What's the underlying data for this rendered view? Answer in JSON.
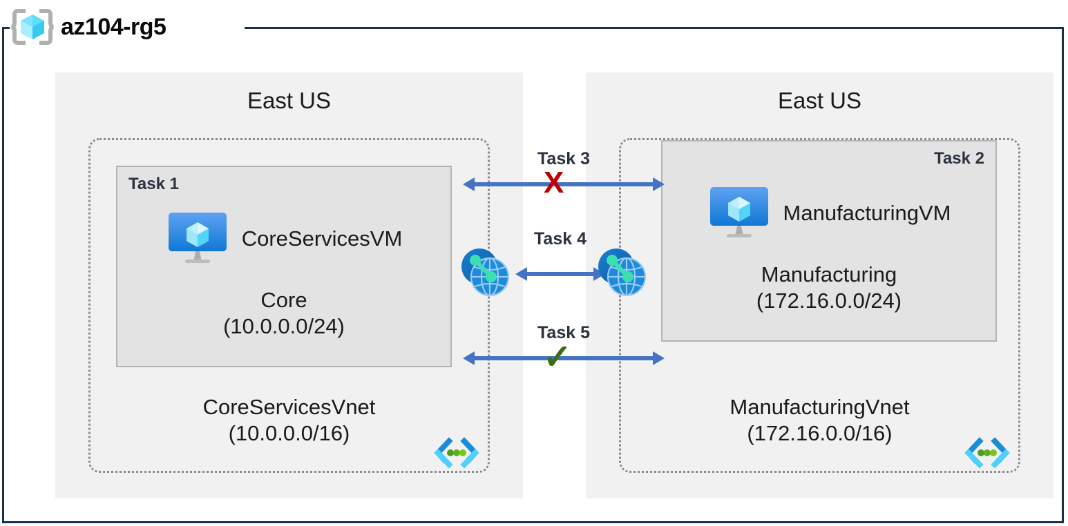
{
  "resource_group": {
    "name": "az104-rg5",
    "icon": "resource-group-cube-icon"
  },
  "regions": [
    {
      "id": "left",
      "label": "East US"
    },
    {
      "id": "right",
      "label": "East US"
    }
  ],
  "vnets": [
    {
      "id": "core",
      "name": "CoreServicesVnet",
      "address_space": "(10.0.0.0/16)",
      "icon": "virtual-network-icon",
      "subnet": {
        "task_tag": "Task 1",
        "task_tag_align": "left",
        "vm_name": "CoreServicesVM",
        "vm_icon": "virtual-machine-icon",
        "subnet_name": "Core",
        "subnet_cidr": "(10.0.0.0/24)"
      }
    },
    {
      "id": "manufacturing",
      "name": "ManufacturingVnet",
      "address_space": "(172.16.0.0/16)",
      "icon": "virtual-network-icon",
      "subnet": {
        "task_tag": "Task 2",
        "task_tag_align": "right",
        "vm_name": "ManufacturingVM",
        "vm_icon": "virtual-machine-icon",
        "subnet_name": "Manufacturing",
        "subnet_cidr": "(172.16.0.0/24)"
      }
    }
  ],
  "connectors": [
    {
      "id": "task3",
      "label": "Task 3",
      "status_mark": "X",
      "status_kind": "blocked",
      "status_color": "#c00000"
    },
    {
      "id": "task4",
      "label": "Task 4",
      "status_mark": "",
      "status_kind": "peering",
      "status_color": "#4472c4"
    },
    {
      "id": "task5",
      "label": "Task 5",
      "status_mark": "✓",
      "status_kind": "allowed",
      "status_color": "#3d6e14"
    }
  ],
  "peering_icons": [
    {
      "id": "peer-left",
      "icon": "vnet-peering-icon"
    },
    {
      "id": "peer-right",
      "icon": "vnet-peering-icon"
    }
  ],
  "palette": {
    "frame": "#16304d",
    "region_bg": "#f1f1f1",
    "subnet_bg": "#e3e3e3",
    "subnet_border": "#b4b4b4",
    "vnet_border": "#8a8a8a",
    "arrow": "#4472c4",
    "task_text": "#2b3240",
    "body_text": "#1a1a1a"
  }
}
